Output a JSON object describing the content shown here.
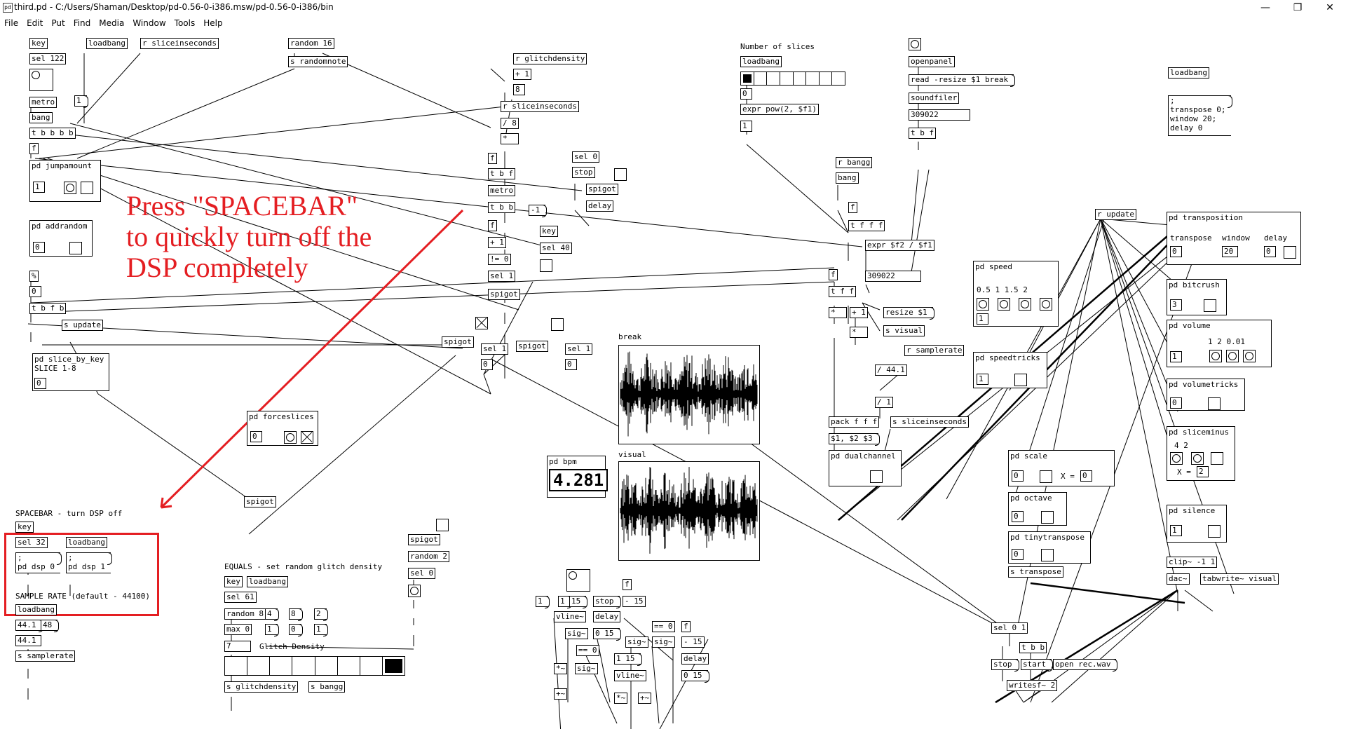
{
  "window": {
    "title": "third.pd  - C:/Users/Shaman/Desktop/pd-0.56-0-i386.msw/pd-0.56-0-i386/bin",
    "minimize": "—",
    "maximize": "❐",
    "close": "✕",
    "app_icon": "pd"
  },
  "menu": [
    "File",
    "Edit",
    "Put",
    "Find",
    "Media",
    "Window",
    "Tools",
    "Help"
  ],
  "annotation": {
    "text": "Press \"SPACEBAR\"\nto quickly turn off the\nDSP completely",
    "color": "#e41e22"
  },
  "boxes": {
    "key1": "key",
    "sel122": "sel 122",
    "loadbang1": "loadbang",
    "r_sliceseconds": "r sliceinseconds",
    "random16": "random 16",
    "s_randomnote": "s randomnote",
    "metro1": "metro",
    "msg1": "1",
    "bang1": "bang",
    "tbbbb": "t b b b b",
    "f1": "f",
    "pd_jumpamount": "pd jumpamount",
    "jump_num": "1",
    "pd_addrandom": "pd addrandom",
    "addrandom_num": "0",
    "mod": "%",
    "zero1": "0",
    "tbfb": "t b f b",
    "s_update1": "s update",
    "pd_slice_by_key": "pd slice_by_key",
    "slice18": "SLICE 1-8",
    "slice_num": "0",
    "r_glitch": "r glitchdensity",
    "plus1": "+ 1",
    "eight": "8",
    "r_slicesec2": "r sliceinseconds",
    "div8": "/ 8",
    "mul1": "*",
    "f2": "f",
    "tbf": "t b f",
    "metro2": "metro",
    "tbb": "t b b",
    "neg1": "-1",
    "f3": "f",
    "plus1b": "+ 1",
    "neq0": "!= 0",
    "sel1a": "sel 1",
    "spigot1": "spigot",
    "sel0a": "sel 0",
    "stop1": "stop",
    "spigot2": "spigot",
    "delay1": "delay",
    "key2": "key",
    "sel40": "sel 40",
    "spigot3": "spigot",
    "sel1b": "sel 1",
    "zero2": "0",
    "spigot4": "spigot",
    "sel1c": "sel 1",
    "zero3": "0",
    "pd_forceslices": "pd forceslices",
    "force_num": "0",
    "spigot5": "spigot",
    "number_of_slices": "Number of slices",
    "loadbang2": "loadbang",
    "zero4": "0",
    "expr_pow": "expr pow(2, $f1)",
    "one1": "1",
    "openpanel": "openpanel",
    "read_resize": "read -resize $1 break",
    "soundfiler": "soundfiler",
    "samples1": "309022",
    "tbf2": "t b f",
    "r_bangg": "r bangg",
    "bang2": "bang",
    "f4": "f",
    "tfff": "t f f f",
    "expr_div": "expr $f2 / $f1",
    "f5": "f",
    "samples2": "309022",
    "tff": "t f f",
    "mul2": "*",
    "plus1c": "+ 1",
    "mul3": "*",
    "resize1": "resize $1",
    "s_visual": "s visual",
    "r_samplerate": "r samplerate",
    "div441": "/ 44.1",
    "div1": "/ 1",
    "pack_fff": "pack f f f",
    "s_sliceinseconds": "s sliceinseconds",
    "msg_123": "$1, $2 $3",
    "pd_dualchannel": "pd dualchannel",
    "break_label": "break",
    "visual_label": "visual",
    "pd_bpm": "pd bpm",
    "bpm_value": "4.281",
    "loadbang3": "loadbang",
    "transpose_msg": ";\ntranspose 0;\nwindow 20;\ndelay 0",
    "r_update": "r update",
    "pd_transposition": "pd transposition",
    "transpose_lbl": "transpose",
    "window_lbl": "window",
    "delay_lbl": "delay",
    "transpose_num": "0",
    "window_num": "20",
    "delay_num": "0",
    "pd_speed": "pd speed",
    "speed_labels": "0.5  1  1.5  2",
    "speed_num": "1",
    "pd_speedtricks": "pd speedtricks",
    "speedtricks_num": "1",
    "pd_bitcrush": "pd bitcrush",
    "bitcrush_num": "3",
    "pd_volume": "pd volume",
    "volume_labels": "1  2  0.01",
    "volume_num": "1",
    "pd_volumetricks": "pd volumetricks",
    "volumetricks_num": "0",
    "pd_sliceminus": "pd sliceminus",
    "sliceminus_labels": "4   2",
    "sliceminus_x": "X =",
    "sliceminus_num": "2",
    "pd_silence": "pd silence",
    "silence_num": "1",
    "clip": "clip~ -1 1",
    "dac": "dac~",
    "tabwrite": "tabwrite~ visual",
    "pd_scale": "pd scale",
    "scale_num": "0",
    "scale_x": "X =",
    "scale_x_num": "0",
    "pd_octave": "pd octave",
    "octave_num": "0",
    "pd_tinytranspose": "pd tinytranspose",
    "tiny_num": "0",
    "s_transpose": "s transpose",
    "sel01": "sel 0 1",
    "tbb2": "t b b",
    "stop2": "stop",
    "start": "start",
    "open_rec": "open rec.wav",
    "writesf": "writesf~ 2",
    "dsp_title": "SPACEBAR - turn DSP off",
    "key3": "key",
    "sel32": "sel 32",
    "loadbang4": "loadbang",
    "pd_dsp0": ";\npd dsp 0",
    "pd_dsp1": ";\npd dsp 1",
    "sr_title": "SAMPLE RATE (default - 44100)",
    "loadbang5": "loadbang",
    "sr441": "44.1",
    "sr48": "48",
    "sr441b": "44.1",
    "s_samplerate": "s samplerate",
    "equals_title": "EQUALS - set random glitch density",
    "key4": "key",
    "loadbang6": "loadbang",
    "sel61": "sel 61",
    "random8": "random 8",
    "n4": "4",
    "n8": "8",
    "n2": "2",
    "max0": "max 0",
    "n1a": "1",
    "n0b": "0",
    "n1b": "1",
    "seven": "7",
    "glitch_density": "Glitch Density",
    "s_glitchdensity": "s glitchdensity",
    "s_bangg": "s bangg",
    "spigot6": "spigot",
    "random2": "random 2",
    "sel0b": "sel 0",
    "v_f1": "f",
    "v_m15": "- 15",
    "v_1": "1",
    "v_1b": "1",
    "v_15": "15",
    "v_stop": "stop",
    "v_vline1": "vline~",
    "v_delay": "delay",
    "v_eq0": "== 0",
    "v_f2": "f",
    "v_sig1": "sig~",
    "v_015": "0 15",
    "v_sig2": "sig~",
    "v_sig3": "sig~",
    "v_m15b": "- 15",
    "v_eq0b": "== 0",
    "v_115": "1 15",
    "v_delay2": "delay",
    "v_mul": "*~",
    "v_sig4": "sig~",
    "v_vline2": "vline~",
    "v_015b": "0 15",
    "v_plus1": "+~",
    "v_mul2": "*~",
    "v_plus2": "+~"
  }
}
